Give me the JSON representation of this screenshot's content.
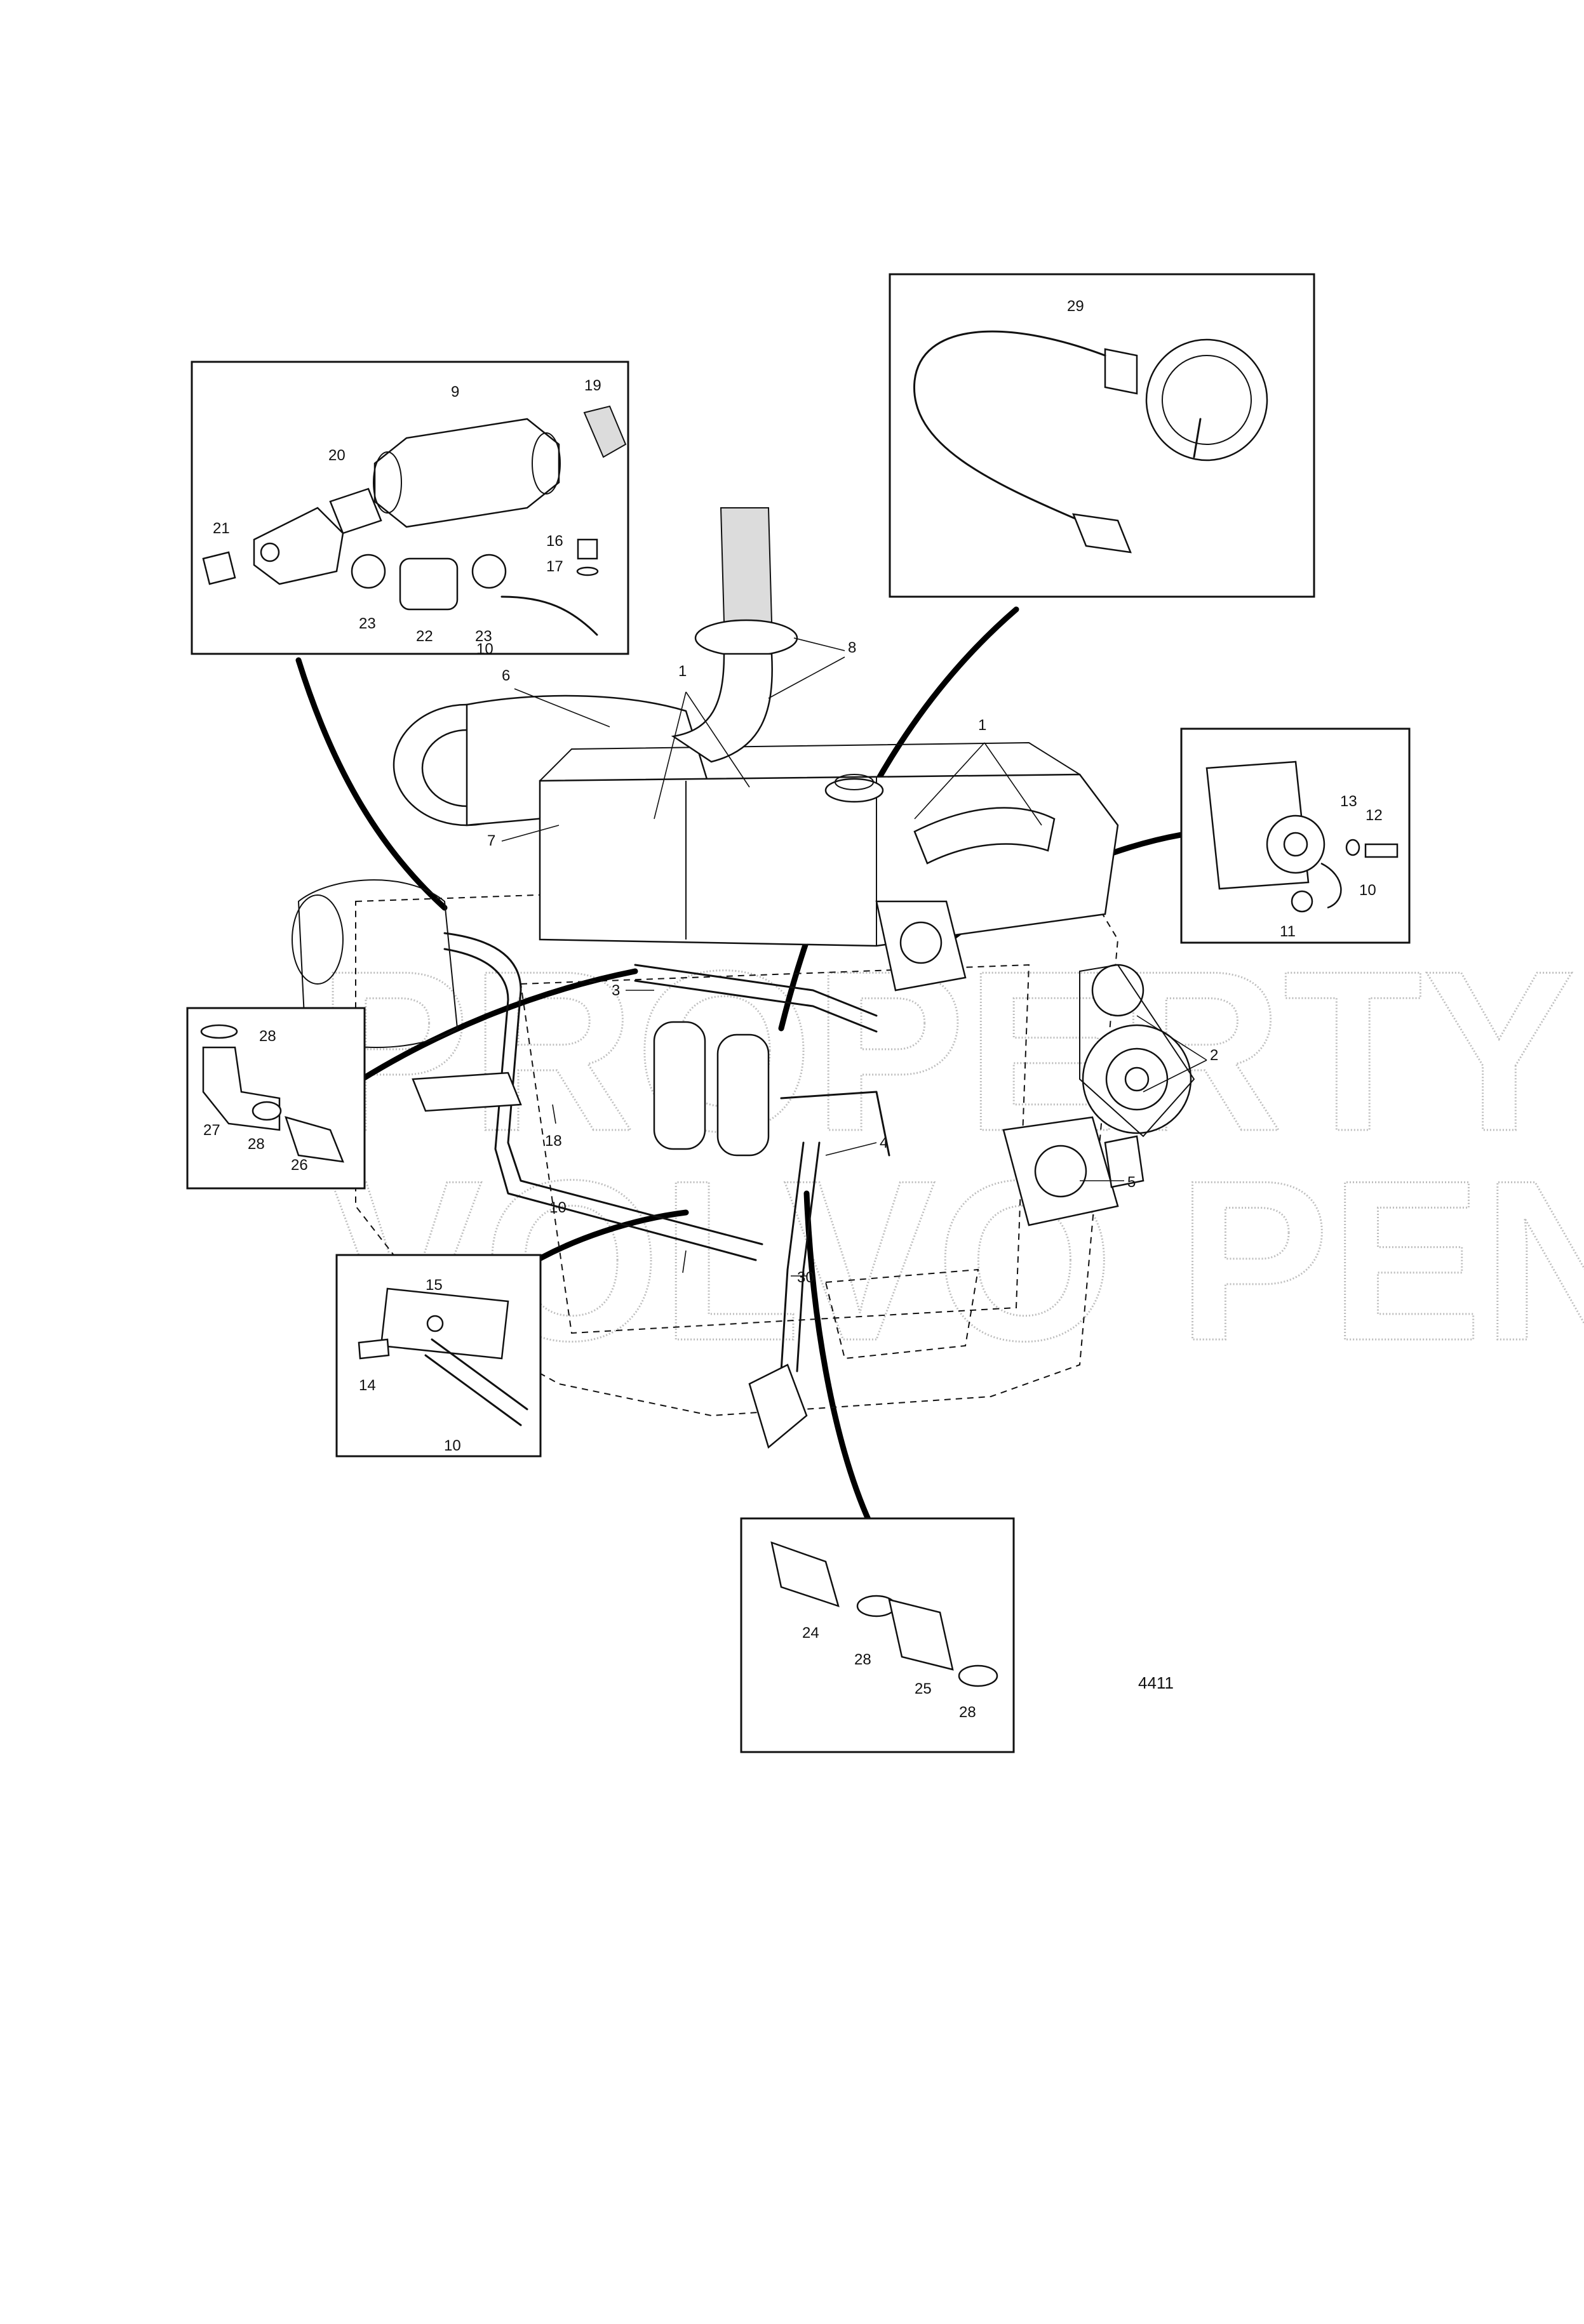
{
  "watermark": {
    "line1": "PROPERTY OF",
    "line2": "VOLVO PENTA"
  },
  "figure_number": "4411",
  "callouts": {
    "c1a": "1",
    "c1b": "1",
    "c2": "2",
    "c3": "3",
    "c4": "4",
    "c5": "5",
    "c6": "6",
    "c7": "7",
    "c8": "8",
    "c9": "9",
    "c10a": "10",
    "c10b": "10",
    "c10c": "10",
    "c10d": "10",
    "c11": "11",
    "c12": "12",
    "c13": "13",
    "c14": "14",
    "c15": "15",
    "c16": "16",
    "c17": "17",
    "c18": "18",
    "c19": "19",
    "c20": "20",
    "c21": "21",
    "c22": "22",
    "c23a": "23",
    "c23b": "23",
    "c24": "24",
    "c25": "25",
    "c26": "26",
    "c27": "27",
    "c28a": "28",
    "c28b": "28",
    "c28c": "28",
    "c28d": "28",
    "c29": "29",
    "c30": "30"
  },
  "icons": {
    "engine": "engine-assembly-icon",
    "filter": "cooler-cylinder-icon",
    "gauge": "temperature-gauge-icon",
    "clamp": "hose-clamp-icon",
    "fitting": "threaded-nipple-icon"
  }
}
